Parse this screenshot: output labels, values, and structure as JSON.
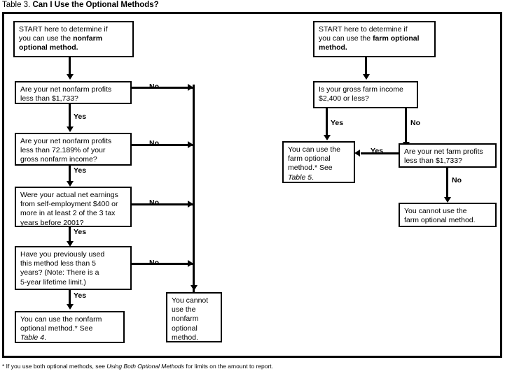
{
  "title": {
    "prefix": "Table 3.",
    "question": "Can I Use the Optional Methods?"
  },
  "footnote": {
    "prefix": "* If you use both optional methods, see",
    "italic": "Using Both Optional Methods",
    "suffix": "for limits on the amount to report."
  },
  "nonfarm_branch": {
    "start": {
      "line1": "START here to determine if",
      "line2_plain": "you can use the ",
      "line2_bold": "nonfarm",
      "line3_bold": "optional method."
    },
    "q1": {
      "line1": "Are your net nonfarm profits",
      "line2": "less than $1,733?"
    },
    "q2": {
      "line1": "Are your net nonfarm profits",
      "line2": "less than 72.189% of your",
      "line3": "gross nonfarm income?"
    },
    "q3": {
      "line1": "Were your actual net earnings",
      "line2": "from self-employment $400 or",
      "line3": "more in at least 2 of the 3 tax",
      "line4": "years before 2001?"
    },
    "q4": {
      "line1": "Have you previously used",
      "line2": "this method less than 5",
      "line3": "years? (Note: There is a",
      "line4": "5-year lifetime limit.)"
    },
    "yes_result": {
      "line1": "You can use the nonfarm",
      "line2": "optional method.* See",
      "line3_italic": "Table 4",
      "line3_suffix": "."
    },
    "no_result": {
      "line1": "You cannot",
      "line2": "use the",
      "line3": "nonfarm",
      "line4": "optional",
      "line5": "method."
    },
    "edge_labels": {
      "yes1": "Yes",
      "yes2": "Yes",
      "yes3": "Yes",
      "yes4": "Yes",
      "no1": "No",
      "no2": "No",
      "no3": "No",
      "no4": "No"
    }
  },
  "farm_branch": {
    "start": {
      "line1": "START here to determine if",
      "line2_plain": "you can use the ",
      "line2_bold": "farm optional",
      "line3_bold": "method."
    },
    "q1": {
      "line1": "Is your gross farm income",
      "line2": "$2,400 or less?"
    },
    "q2": {
      "line1": "Are your net farm profits",
      "line2": "less than $1,733?"
    },
    "yes_result": {
      "line1": "You can use the",
      "line2": "farm optional",
      "line3": "method.* See",
      "line4_italic": "Table 5",
      "line4_suffix": "."
    },
    "no_result": {
      "line1": "You cannot use the",
      "line2": "farm optional method."
    },
    "edge_labels": {
      "yes1": "Yes",
      "no1": "No",
      "yes2": "Yes",
      "no2": "No"
    }
  },
  "colors": {
    "ink": "#000000",
    "paper": "#ffffff"
  }
}
